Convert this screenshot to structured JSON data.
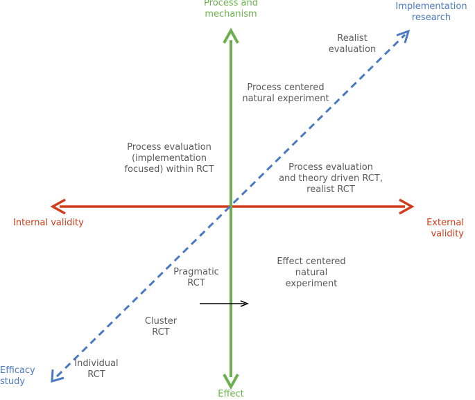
{
  "axes": {
    "top": "Process and\nmechanism",
    "bottom": "Effect",
    "left": "Internal validity",
    "right": "External validity",
    "diag_top": "Implementation\nresearch",
    "diag_bottom": "Efficacy\nstudy"
  },
  "regions": {
    "realist_evaluation": "Realist\nevaluation",
    "process_centered": "Process centered\nnatural experiment",
    "process_eval_impl": "Process evaluation\n(implementation\nfocused) within RCT",
    "process_eval_theory": "Process evaluation\nand theory driven RCT,\nrealist RCT",
    "effect_centered": "Effect centered\nnatural\nexperiment",
    "pragmatic": "Pragmatic\nRCT",
    "cluster": "Cluster\nRCT",
    "individual": "Individual\nRCT"
  },
  "colors": {
    "vertical_axis": "#6ab04c",
    "horizontal_axis": "#d13b1a",
    "diagonal_axis": "#4a78c2",
    "text_gray": "#5a5a5a",
    "small_arrow": "#000000"
  }
}
